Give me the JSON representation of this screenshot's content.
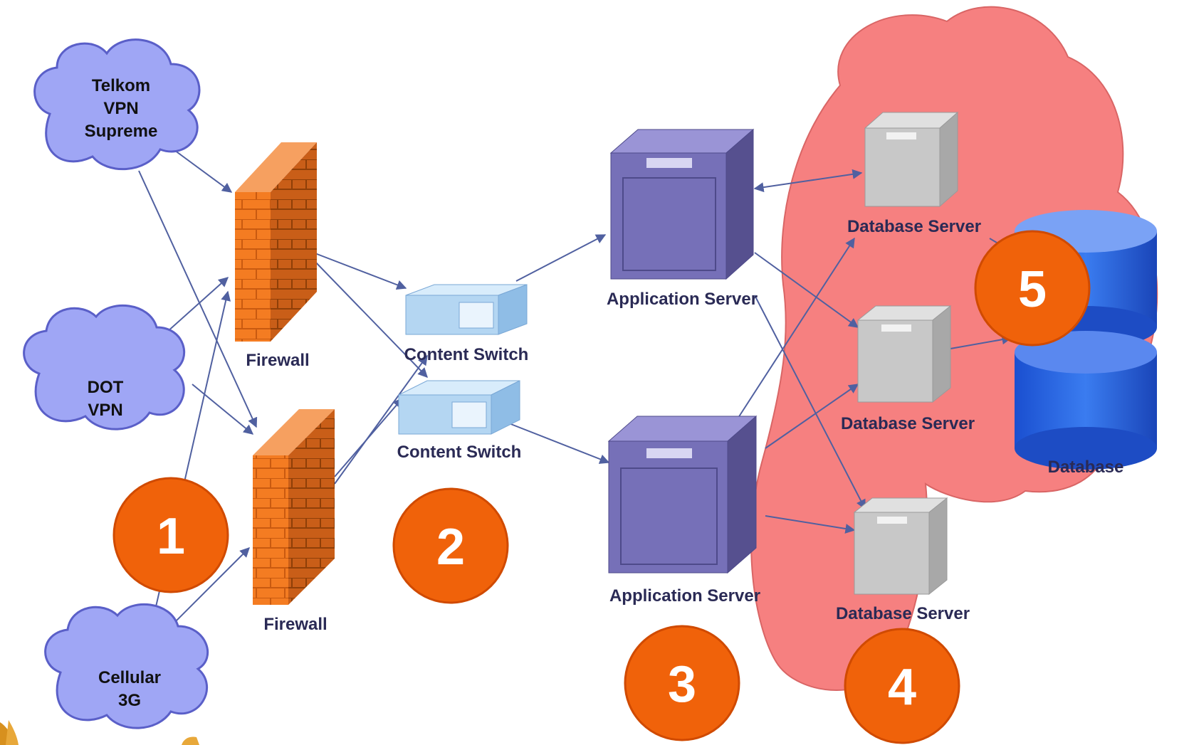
{
  "clouds": {
    "telkom": {
      "line1": "Telkom",
      "line2": "VPN",
      "line3": "Supreme"
    },
    "dot": {
      "line1": "DOT",
      "line2": "VPN"
    },
    "cellular": {
      "line1": "Cellular",
      "line2": "3G"
    }
  },
  "devices": {
    "firewall_top": "Firewall",
    "firewall_bottom": "Firewall",
    "switch_top": "Content Switch",
    "switch_bottom": "Content Switch",
    "app_server_top": "Application Server",
    "app_server_bottom": "Application Server",
    "db_server_1": "Database Server",
    "db_server_2": "Database Server",
    "db_server_3": "Database Server",
    "database": "Database"
  },
  "markers": [
    "1",
    "2",
    "3",
    "4",
    "5"
  ],
  "colors": {
    "cloud_fill": "#9fa6f5",
    "cloud_stroke": "#5a5fc8",
    "firewall": "#f07a28",
    "switch": "#b4d6f2",
    "app_server": "#7670b8",
    "db_server": "#c8c8c8",
    "database": "#2563e0",
    "zone_fill": "#f68080",
    "marker": "#f0620a",
    "link": "#5060a0"
  }
}
